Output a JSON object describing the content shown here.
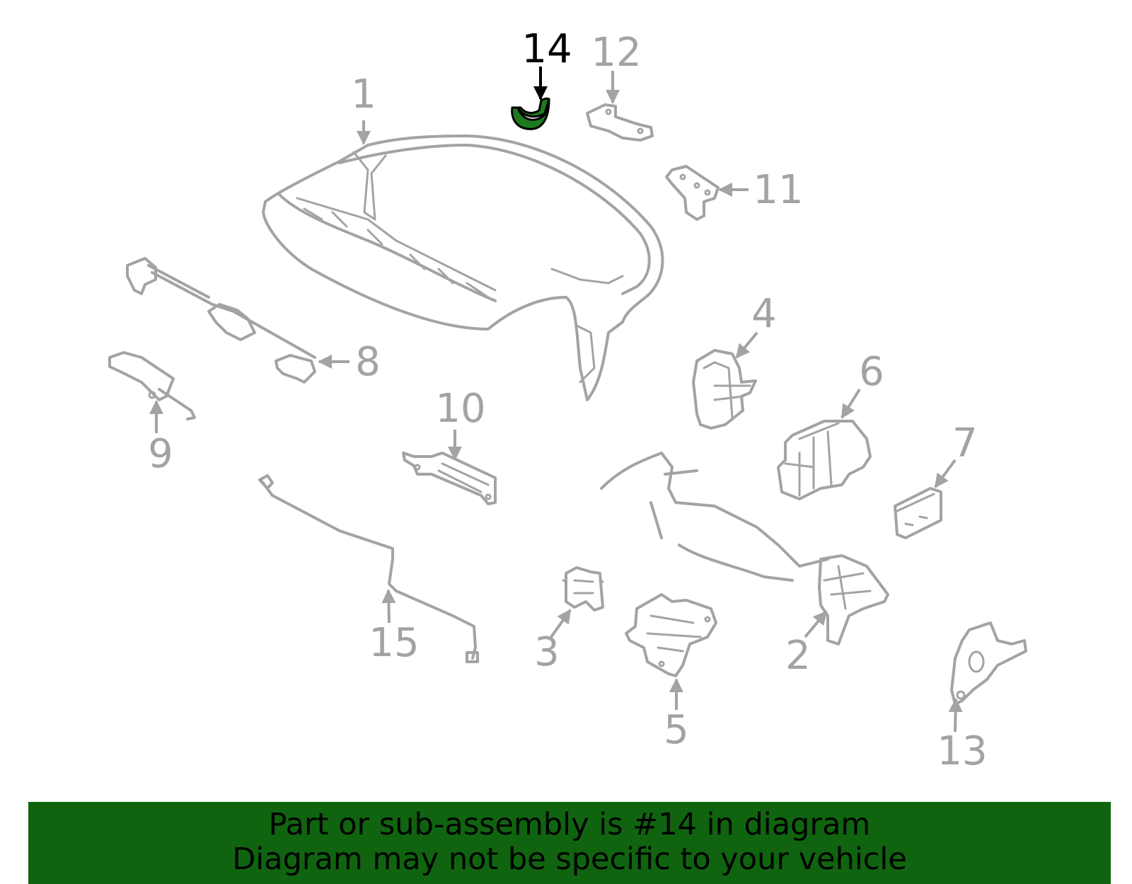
{
  "colors": {
    "part_stroke": "#a3a3a3",
    "highlight_fill": "#1f7a1f",
    "highlight_stroke": "#000000",
    "banner_bg": "#106410",
    "banner_text": "#000000"
  },
  "highlighted_part": "14",
  "callouts": {
    "c1": "1",
    "c2": "2",
    "c3": "3",
    "c4": "4",
    "c5": "5",
    "c6": "6",
    "c7": "7",
    "c8": "8",
    "c9": "9",
    "c10": "10",
    "c11": "11",
    "c12": "12",
    "c13": "13",
    "c14": "14",
    "c15": "15"
  },
  "banner": {
    "line1": "Part or sub-assembly is #14 in diagram",
    "line2": "Diagram may not be specific to your vehicle"
  }
}
